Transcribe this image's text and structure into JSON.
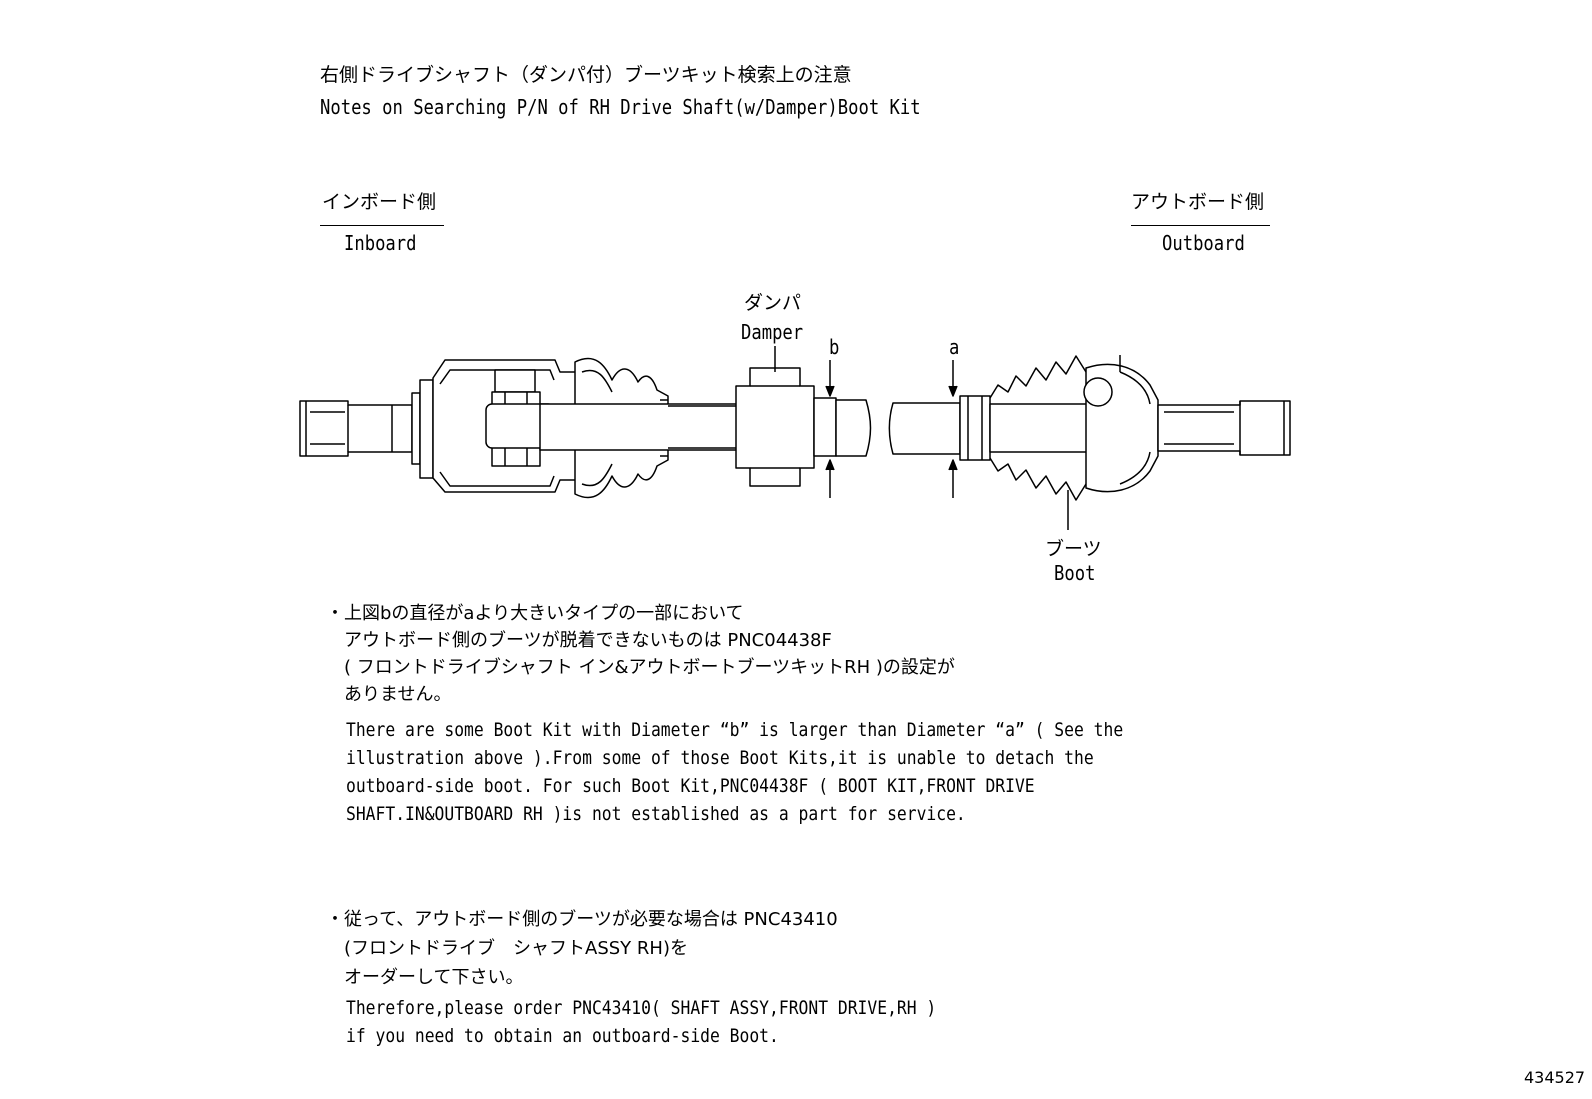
{
  "title": {
    "jp": "右側ドライブシャフト（ダンパ付）ブーツキット検索上の注意",
    "en": "Notes on Searching P/N of RH Drive Shaft(w/Damper)Boot Kit"
  },
  "sides": {
    "inboard_jp": "インボード側",
    "inboard_en": "Inboard",
    "outboard_jp": "アウトボード側",
    "outboard_en": "Outboard"
  },
  "callouts": {
    "damper_jp": "ダンパ",
    "damper_en": "Damper",
    "b": "b",
    "a": "a",
    "boot_jp": "ブーツ",
    "boot_en": "Boot"
  },
  "note1": {
    "bullet": "・",
    "jp_lines": [
      "上図bの直径がaより大きいタイプの一部において",
      "アウトボード側のブーツが脱着できないものは PNC04438F",
      "( フロントドライブシャフト イン&アウトボートブーツキットRH )の設定が",
      "ありません。"
    ],
    "en_lines": [
      "There are some Boot Kit with Diameter “b” is larger than Diameter “a” ( See the",
      "illustration above ).From some of those Boot Kits,it is unable to detach the",
      "outboard-side boot. For such Boot Kit,PNC04438F ( BOOT KIT,FRONT DRIVE",
      "SHAFT.IN&OUTBOARD RH )is not established as a part for service."
    ]
  },
  "note2": {
    "bullet": "・",
    "jp_lines": [
      "従って、アウトボード側のブーツが必要な場合は PNC43410",
      "(フロントドライブ　シャフトASSY RH)を",
      "オーダーして下さい。"
    ],
    "en_lines": [
      "Therefore,please order PNC43410( SHAFT ASSY,FRONT DRIVE,RH )",
      "if you need to obtain an outboard-side Boot."
    ]
  },
  "figure_number": "434527"
}
